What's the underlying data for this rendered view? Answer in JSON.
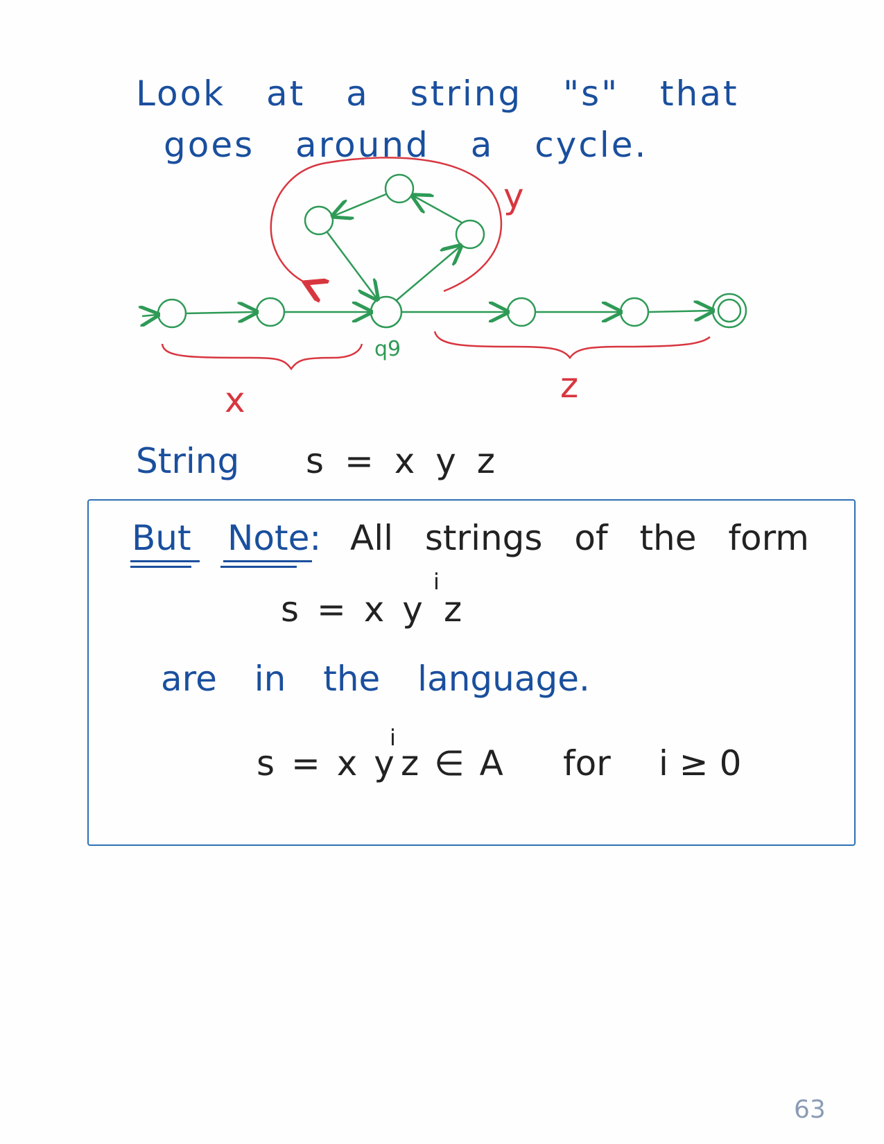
{
  "intro": {
    "line1": "Look at a string \"s\" that",
    "line2": "goes around a cycle."
  },
  "diagram": {
    "label_y": "y",
    "label_x": "x",
    "label_z": "z",
    "label_q": "q9"
  },
  "string_line": {
    "word": "String",
    "equation": "s = x y z"
  },
  "note": {
    "but": "But",
    "note": "Note:",
    "rest": "All strings of the form",
    "formula1_s": "s = x y",
    "formula1_sup": "i",
    "formula1_z": "z",
    "line_lang": "are in the language.",
    "formula2_s": "s = x y",
    "formula2_sup": "i",
    "formula2_rest": "z ∈ A",
    "formula2_for": "for",
    "formula2_cond": "i ≥ 0"
  },
  "page_number": "63",
  "colors": {
    "ink_blue": "#1a4f9e",
    "ink_green": "#2e9a56",
    "ink_red": "#d8363f",
    "ink_black": "#222222",
    "box_blue": "#2f6fb5"
  }
}
